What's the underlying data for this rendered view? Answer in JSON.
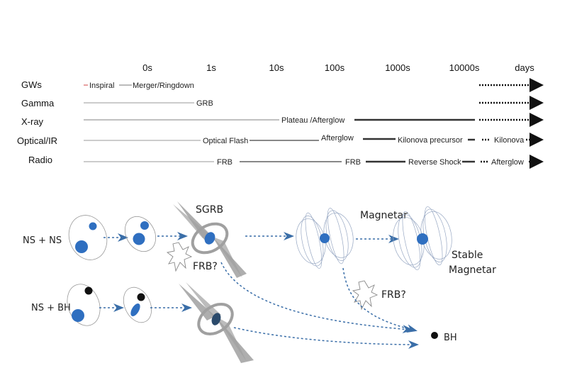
{
  "time_axis": [
    "0s",
    "1s",
    "10s",
    "100s",
    "1000s",
    "10000s",
    "days"
  ],
  "rows": [
    {
      "name": "GWs",
      "labels": [
        "Inspiral",
        "Merger/Ringdown"
      ]
    },
    {
      "name": "Gamma",
      "labels": [
        "GRB"
      ]
    },
    {
      "name": "X-ray",
      "labels": [
        "Plateau /Afterglow"
      ]
    },
    {
      "name": "Optical/IR",
      "labels": [
        "Optical Flash",
        "Afterglow",
        "Kilonova precursor",
        "Kilonova"
      ]
    },
    {
      "name": "Radio",
      "labels": [
        "FRB",
        "FRB",
        "Reverse Shock",
        "Afterglow"
      ]
    }
  ],
  "scenario": {
    "ns_ns": "NS + NS",
    "ns_bh": "NS + BH",
    "sgrb": "SGRB",
    "frb1": "FRB?",
    "frb2": "FRB?",
    "magnetar": "Magnetar",
    "stable_line1": "Stable",
    "stable_line2": "Magnetar",
    "bh": "BH"
  },
  "colors": {
    "neutron_star": "#2f6fc0",
    "black_hole": "#111111",
    "arrow": "#3a6ea8",
    "jet": "#a0a0a0",
    "disk_dark": "#2b4a6b"
  }
}
